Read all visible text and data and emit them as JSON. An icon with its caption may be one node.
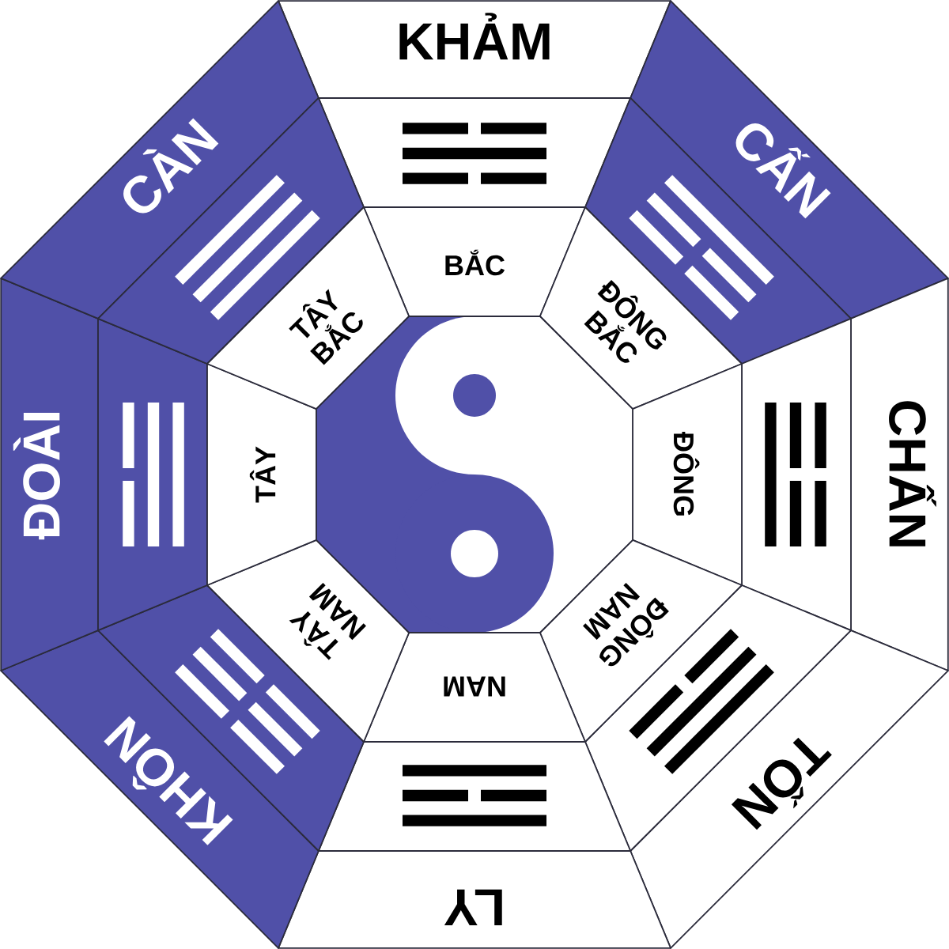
{
  "diagram": {
    "nodes": [
      {
        "text": [
          "KHẢM"
        ]
      },
      {
        "text": [
          "CẤN"
        ]
      },
      {
        "text": [
          "CHẤN"
        ]
      },
      {
        "text": [
          "TỐN"
        ]
      },
      {
        "text": [
          "LY"
        ]
      },
      {
        "text": [
          "KHÔN"
        ]
      },
      {
        "text": [
          "ĐOÀI"
        ]
      },
      {
        "text": [
          "CÀN"
        ]
      },
      {
        "text": [],
        "shape": "picture"
      },
      {
        "text": [],
        "shape": "picture"
      },
      {
        "text": [],
        "shape": "picture"
      },
      {
        "text": [],
        "shape": "picture"
      },
      {
        "text": [],
        "shape": "picture"
      },
      {
        "text": [],
        "shape": "picture"
      },
      {
        "text": [],
        "shape": "picture"
      },
      {
        "text": [],
        "shape": "picture"
      },
      {
        "text": [
          "BẮC"
        ]
      },
      {
        "text": [
          "ĐÔNG BẮC"
        ]
      },
      {
        "text": [
          "ĐÔNG"
        ]
      },
      {
        "text": [
          "ĐÔNG NAM"
        ]
      },
      {
        "text": [
          "NAM"
        ]
      },
      {
        "text": [
          "TÂY NAM"
        ]
      },
      {
        "text": [
          "TÂY"
        ]
      },
      {
        "text": [
          "TÂY BẮC"
        ]
      },
      {
        "text": [],
        "shape": "picture"
      }
    ]
  }
}
